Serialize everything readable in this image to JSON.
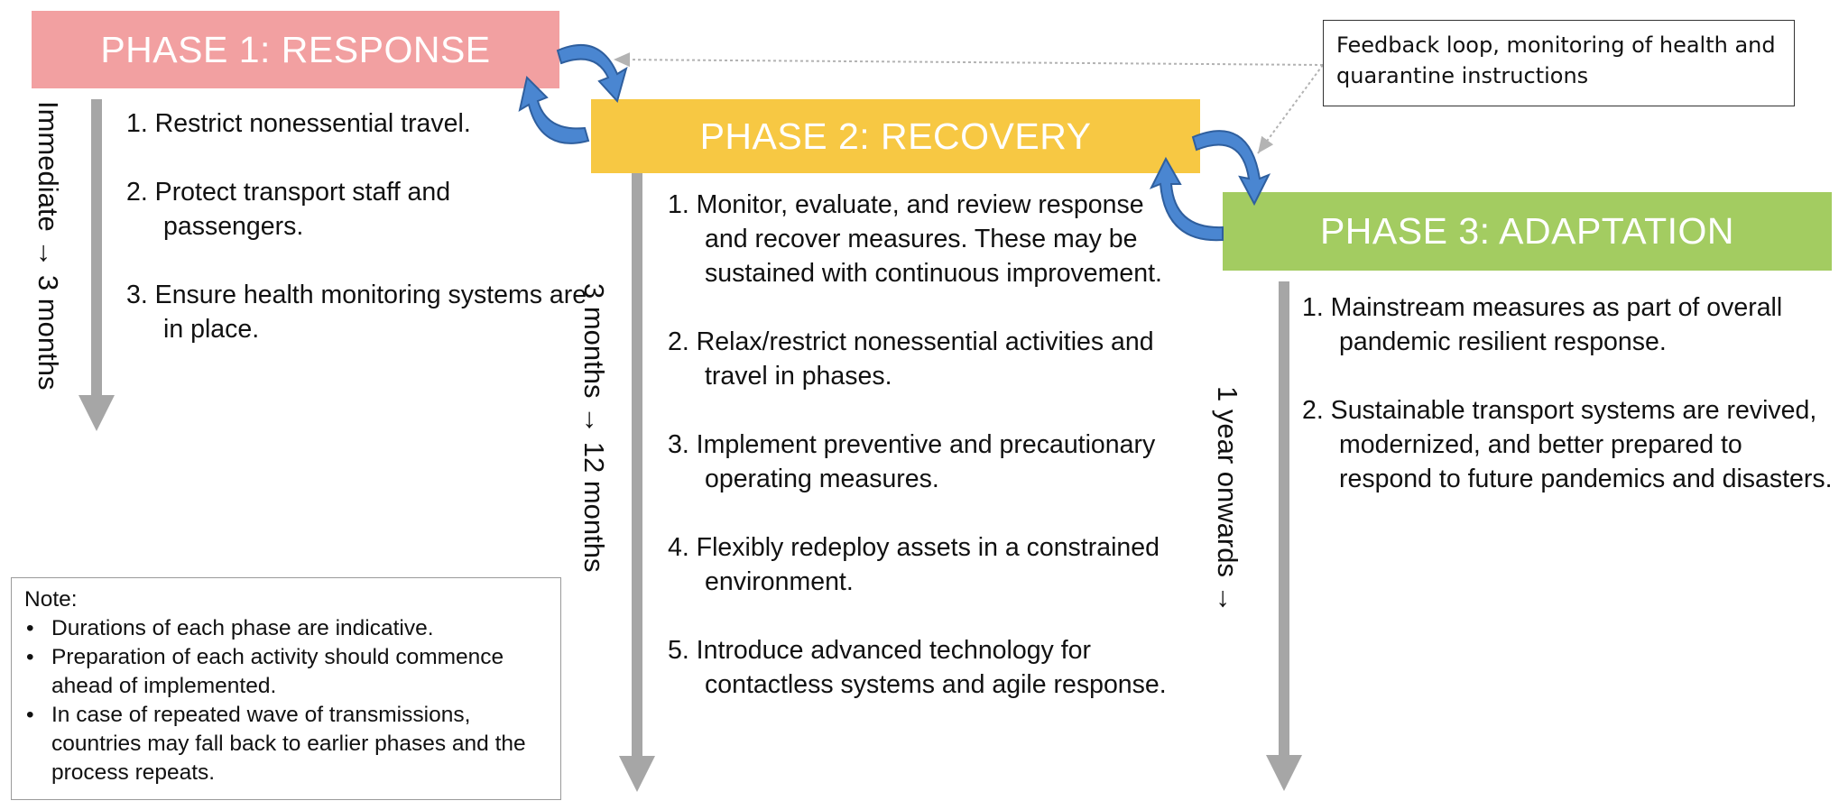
{
  "phases": [
    {
      "title": "PHASE 1: RESPONSE",
      "color": "#f2a0a1",
      "duration": "Immediate → 3 months",
      "items": [
        "1. Restrict nonessential travel.",
        "2. Protect transport staff and passengers.",
        "3. Ensure health monitoring systems are in place."
      ]
    },
    {
      "title": "PHASE 2: RECOVERY",
      "color": "#f7c843",
      "duration": "3 months → 12 months",
      "items": [
        "1. Monitor, evaluate, and review response and recover measures. These may be sustained with continuous improvement.",
        "2. Relax/restrict nonessential activities and travel in phases.",
        "3. Implement preventive and precautionary operating measures.",
        "4. Flexibly redeploy assets in a constrained environment.",
        "5. Introduce advanced technology for contactless systems and agile response."
      ]
    },
    {
      "title": "PHASE 3: ADAPTATION",
      "color": "#a3cc61",
      "duration": "1 year onwards →",
      "items": [
        "1. Mainstream measures as part of overall pandemic resilient response.",
        "2. Sustainable transport systems are revived, modernized, and better prepared to respond to future pandemics and disasters."
      ]
    }
  ],
  "feedback_label": "Feedback loop, monitoring of health and quarantine instructions",
  "note": {
    "heading": "Note:",
    "bullets": [
      "Durations of each phase are indicative.",
      "Preparation of each activity should commence ahead of implemented.",
      "In case of repeated wave of transmissions, countries may fall back to earlier phases and the process repeats."
    ]
  },
  "colors": {
    "timeline_arrow": "#a6a6a6",
    "cycle_arrow": "#4a86d1",
    "cycle_arrow_outline": "#2f5f9e",
    "connector": "#b3b3b3"
  }
}
